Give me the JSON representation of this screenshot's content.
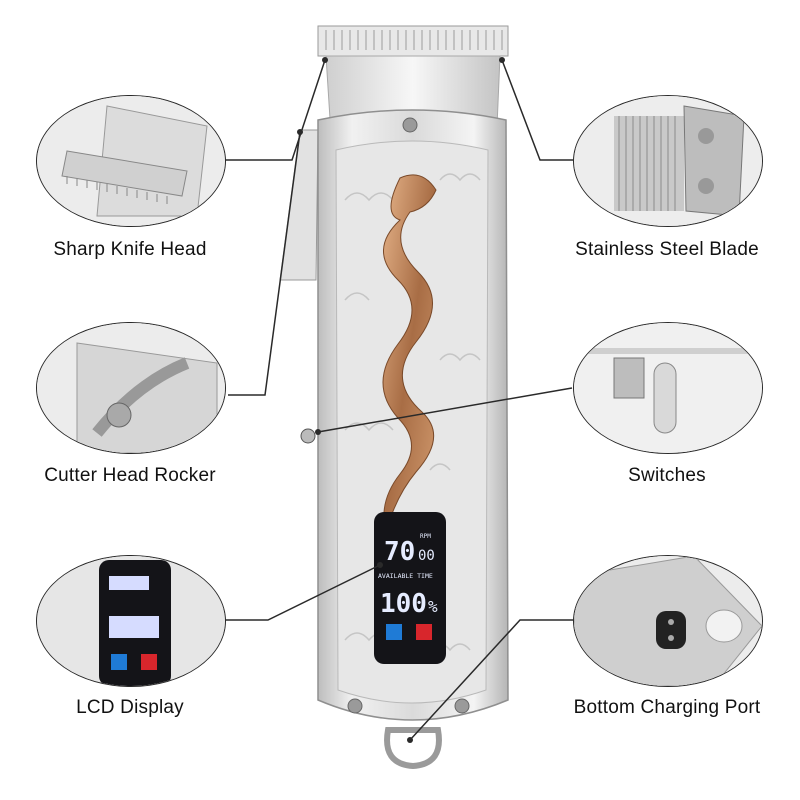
{
  "labels": {
    "sharp_knife_head": "Sharp Knife Head",
    "stainless_steel_blade": "Stainless Steel Blade",
    "cutter_head_rocker": "Cutter Head Rocker",
    "switches": "Switches",
    "lcd_display": "LCD Display",
    "bottom_charging_port": "Bottom Charging Port"
  },
  "lcd": {
    "time": "70",
    "time_small": "00",
    "unit": "RPM",
    "caption": "AVAILABLE TIME",
    "battery": "100",
    "percent": "%"
  },
  "colors": {
    "background": "#ffffff",
    "body_silver": "#d9d9d9",
    "dragon_gold": "#b9835a",
    "lcd_screen": "#141418",
    "lcd_blue": "#1f7bd6",
    "lcd_red": "#d8262c",
    "line": "#2a2a2a"
  }
}
